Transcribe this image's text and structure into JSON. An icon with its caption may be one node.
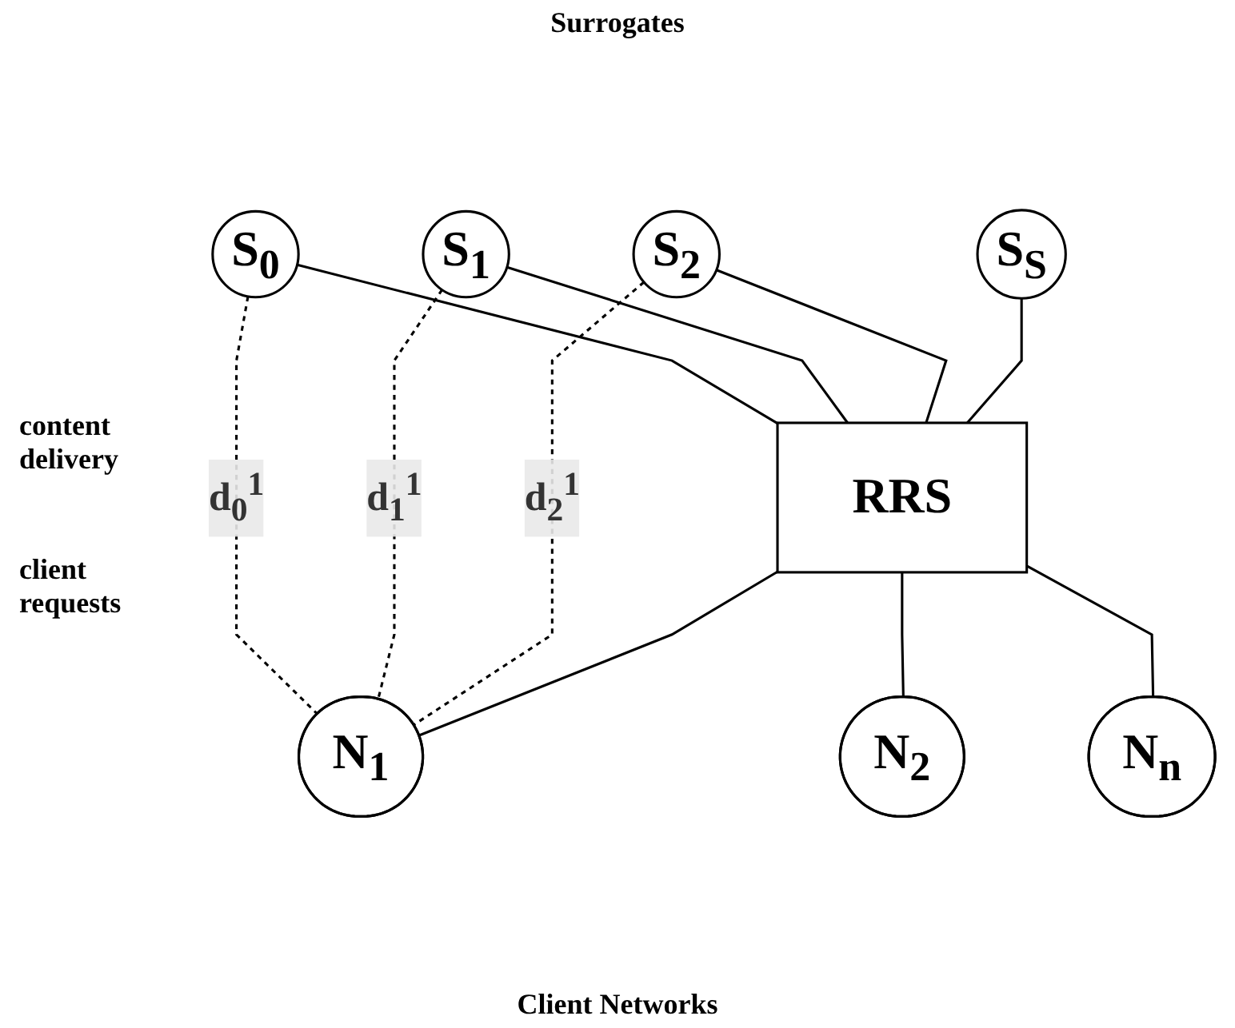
{
  "diagram": {
    "nodes": [
      {
        "text": [
          "S$_{0}$"
        ]
      },
      {
        "text": [
          "S$_{1}$"
        ]
      },
      {
        "text": [
          "S$_{2}$"
        ]
      },
      {
        "text": [
          "S$_{S}$"
        ]
      },
      {
        "text": [
          "RRS"
        ]
      },
      {
        "text": [
          "N$_{1}$"
        ]
      },
      {
        "text": [
          "N$_{2}$"
        ]
      },
      {
        "text": [
          "N$_{n}$"
        ]
      }
    ],
    "edges": [
      {
        "from": 0,
        "to": 4,
        "arrow": "none"
      },
      {
        "from": 1,
        "to": 4,
        "arrow": "none"
      },
      {
        "from": 2,
        "to": 4,
        "arrow": "none"
      },
      {
        "from": 3,
        "to": 4,
        "arrow": "none"
      },
      {
        "from": 0,
        "to": 5,
        "arrow": "none",
        "style": "dashed",
        "label": "d$_{0}$$^{1}$"
      },
      {
        "from": 1,
        "to": 5,
        "arrow": "none",
        "style": "dashed",
        "label": "d$_{1}$$^{1}$"
      },
      {
        "from": 2,
        "to": 5,
        "arrow": "none",
        "style": "dashed",
        "label": "d$_{2}$$^{1}$"
      },
      {
        "from": 4,
        "to": 5,
        "arrow": "none"
      },
      {
        "from": 4,
        "to": 6,
        "arrow": "none"
      },
      {
        "from": 4,
        "to": 7,
        "arrow": "none"
      }
    ],
    "labels": [
      "Surrogates",
      "content delivery",
      "client requests",
      "Client Networks"
    ]
  }
}
